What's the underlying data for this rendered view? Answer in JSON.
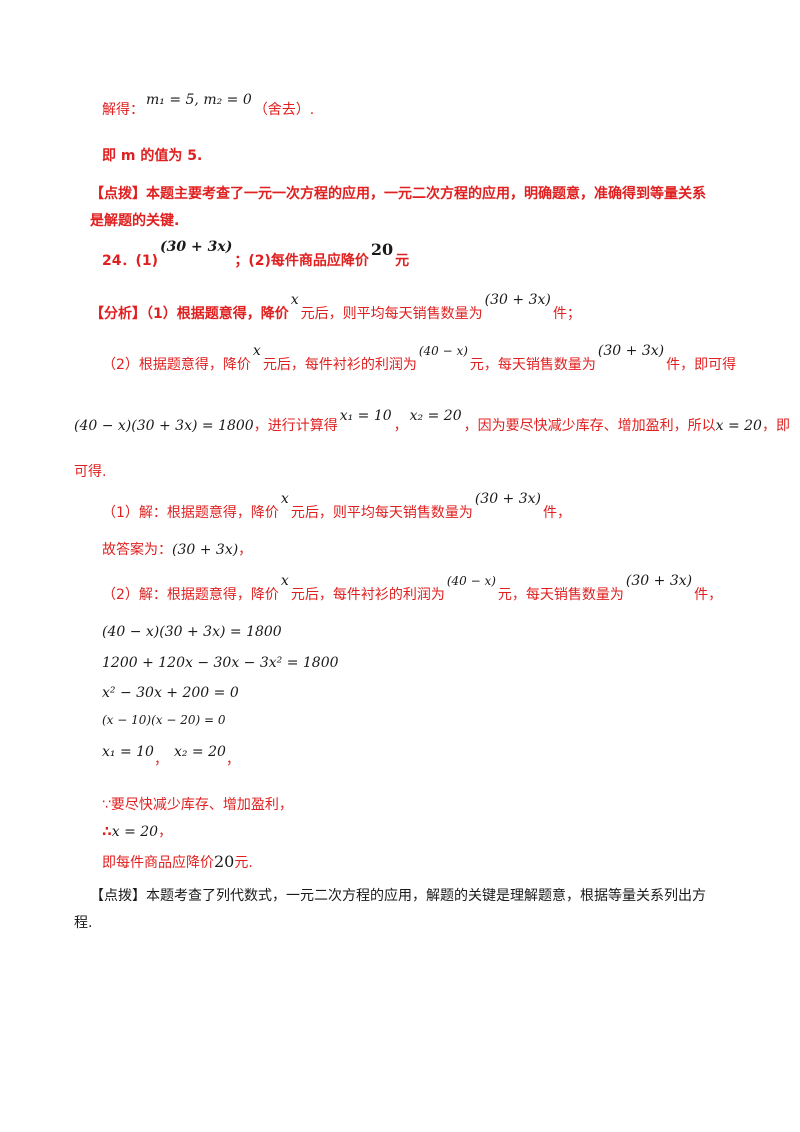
{
  "l1": {
    "label": "解得：",
    "eq": "m₁ = 5, m₂ = 0",
    "tail": "（舍去）."
  },
  "l2": {
    "text": "即 m 的值为 5."
  },
  "l3": {
    "text": "【点拨】本题主要考查了一元一次方程的应用，一元二次方程的应用，明确题意，准确得到等量关系"
  },
  "l4": {
    "text": "是解题的关键."
  },
  "l5": {
    "a": "24．(1)",
    "b": "(30 + 3x)",
    "c": "；(2)每件商品应降价",
    "d": "20",
    "e": "元"
  },
  "l6": {
    "a": "【分析】（1）根据题意得，降价",
    "b": "x",
    "c": "元后，则平均每天销售数量为",
    "d": "(30 + 3x)",
    "e": "件；"
  },
  "l7": {
    "a": "（2）根据题意得，降价",
    "b": "x",
    "c": "元后，每件衬衫的利润为",
    "d": "(40 − x)",
    "e": "元，每天销售数量为",
    "f": "(30 + 3x)",
    "g": "件，即可得"
  },
  "l8": {
    "a": "(40 − x)(30 + 3x) = 1800",
    "b": "，进行计算得",
    "c": "x₁ = 10",
    "d": "，",
    "e": "x₂ = 20",
    "f": "，因为要尽快减少库存、增加盈利，所以",
    "g": "x = 20",
    "h": "，即"
  },
  "l9": {
    "text": "可得."
  },
  "l10": {
    "a": "（1）解：根据题意得，降价",
    "b": "x",
    "c": "元后，则平均每天销售数量为",
    "d": "(30 + 3x)",
    "e": "件，"
  },
  "l11": {
    "a": "故答案为：",
    "b": "(30 + 3x)",
    "c": "，"
  },
  "l12": {
    "a": "（2）解：根据题意得，降价",
    "b": "x",
    "c": "元后，每件衬衫的利润为",
    "d": "(40 − x)",
    "e": "元，每天销售数量为",
    "f": "(30 + 3x)",
    "g": "件，"
  },
  "eqs": [
    "(40 − x)(30 + 3x) = 1800",
    "1200 + 120x − 30x − 3x² = 1800",
    "x² − 30x + 200 = 0",
    "(x − 10)(x − 20) = 0"
  ],
  "l17": {
    "a": "x₁ = 10",
    "b": "，",
    "c": "x₂ = 20",
    "d": "，"
  },
  "l18": {
    "text": "∵要尽快减少库存、增加盈利，"
  },
  "l19": {
    "a": "∴",
    "b": "x = 20",
    "c": "，"
  },
  "l20": {
    "a": "即每件商品应降价",
    "b": "20",
    "c": "元."
  },
  "l21": {
    "text": "【点拨】本题考查了列代数式，一元二次方程的应用，解题的关键是理解题意，根据等量关系列出方"
  },
  "l22": {
    "text": "程."
  }
}
